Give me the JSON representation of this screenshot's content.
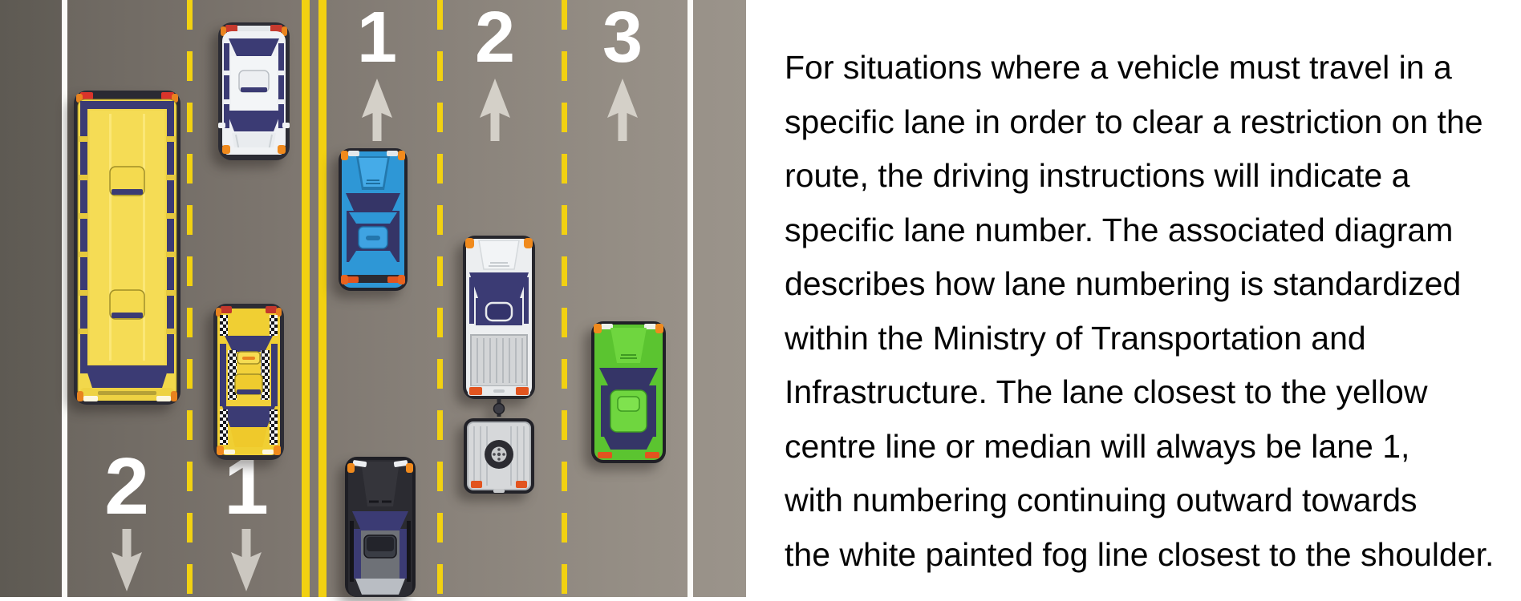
{
  "page": {
    "background": "#FFFFFF"
  },
  "diagram": {
    "description": "Top-down road diagram showing standardized lane numbering from the yellow centre line outward to the white fog line",
    "north_lanes": [
      {
        "label": "1"
      },
      {
        "label": "2"
      },
      {
        "label": "3"
      }
    ],
    "south_lanes": [
      {
        "label": "2"
      },
      {
        "label": "1"
      }
    ],
    "markings": {
      "centre_line": "double solid yellow",
      "lane_dividers": "dashed yellow",
      "fog_lines": "solid white"
    },
    "colors": {
      "road_dark": "#67625B",
      "road_light": "#9B948B",
      "yellow_line": "#F2D111",
      "white_line": "#FBFBF8",
      "arrow": "#D4D0C8",
      "lane_number": "#FFFFFF"
    },
    "vehicles": [
      {
        "name": "yellow-bus",
        "lane": "southbound lane 2",
        "heading": "down",
        "color": "#F2D84B"
      },
      {
        "name": "white-car",
        "lane": "southbound lane 1",
        "heading": "down",
        "color": "#EFF1F4"
      },
      {
        "name": "yellow-taxi",
        "lane": "southbound lane 1",
        "heading": "down",
        "color": "#F0CF33"
      },
      {
        "name": "blue-pickup",
        "lane": "northbound lane 1",
        "heading": "up",
        "color": "#2E97D6"
      },
      {
        "name": "black-suv",
        "lane": "northbound lane 1",
        "heading": "up",
        "color": "#2B2B31"
      },
      {
        "name": "white-van-with-trailer",
        "lane": "northbound lane 2",
        "heading": "up",
        "color": "#ECEEF0"
      },
      {
        "name": "green-car",
        "lane": "northbound lane 3",
        "heading": "up",
        "color": "#5BC430"
      }
    ]
  },
  "caption": {
    "lines": [
      "For situations where a vehicle must travel in a",
      "specific lane in order to clear a restriction on the",
      "route, the driving instructions will indicate a",
      "specific lane number. The associated diagram",
      "describes how lane numbering is standardized",
      "within the Ministry of Transportation and",
      "Infrastructure. The lane closest to the yellow",
      "centre line or median will always be lane 1,",
      "with numbering continuing outward towards",
      "the white painted fog line closest to the shoulder."
    ],
    "text": "For situations where a vehicle must travel in a specific lane in order to clear a restriction on the route, the driving instructions will indicate a specific lane number. The associated diagram describes how lane numbering is standardized within the Ministry of Transportation and Infrastructure. The lane closest to the yellow centre line or median will always be lane 1, with numbering continuing outward towards the white painted fog line closest to the shoulder."
  }
}
